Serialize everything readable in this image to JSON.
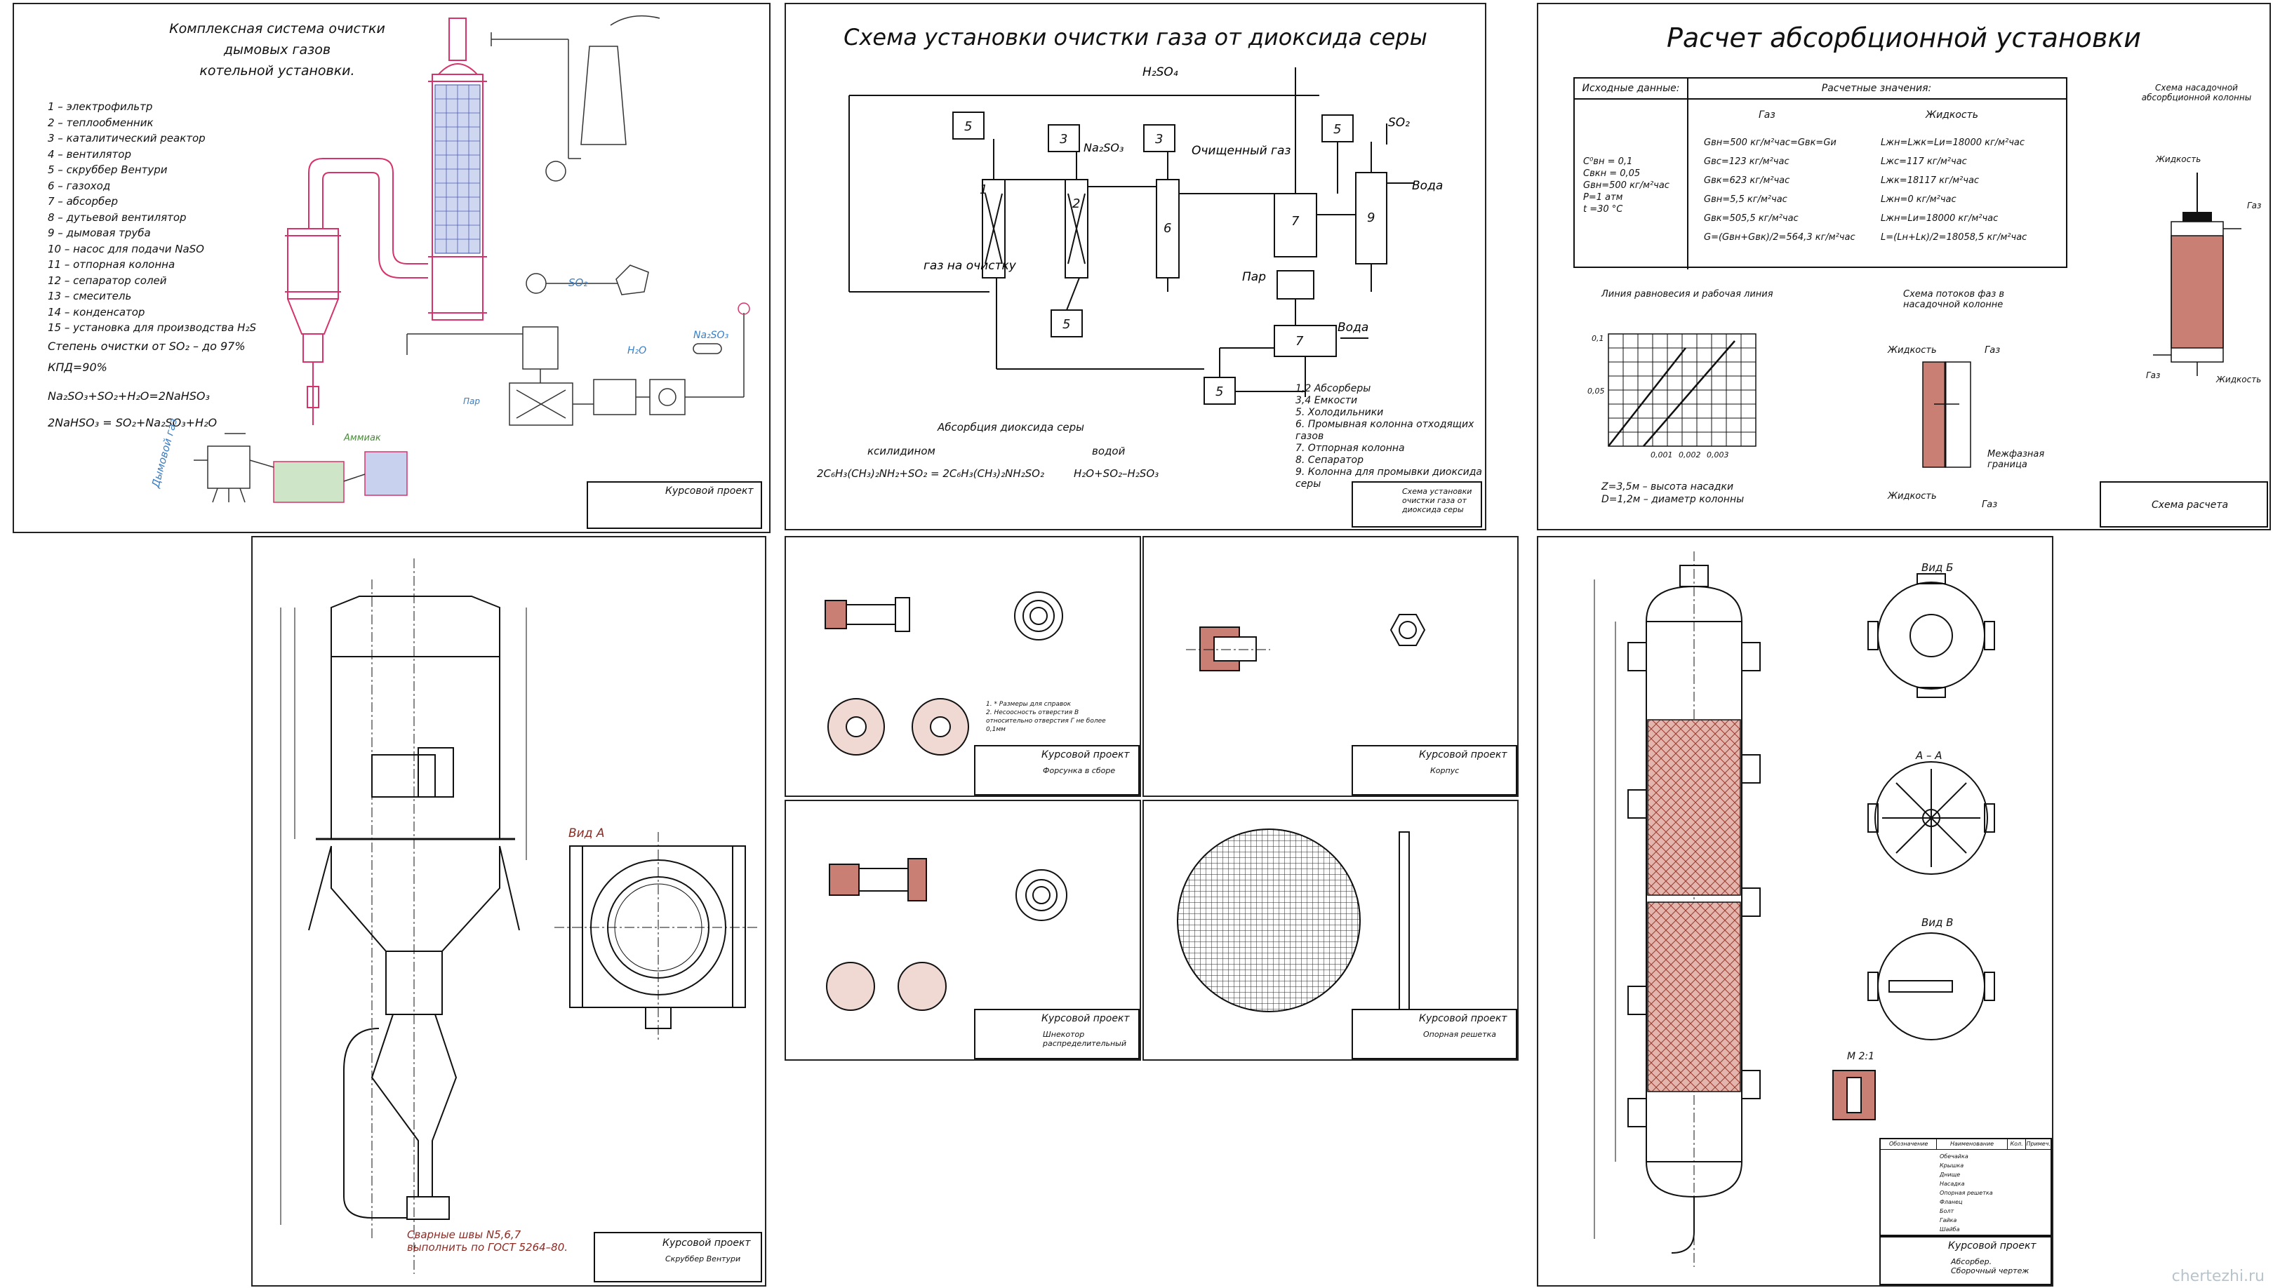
{
  "sheet1": {
    "title_lines": [
      "Комплексная система очистки",
      "дымовых газов",
      "котельной установки."
    ],
    "legend": [
      "1  –  электрофильтр",
      "2  –  теплообменник",
      "3  –  каталитический реактор",
      "4  –  вентилятор",
      "5  –  скруббер Вентури",
      "6  –  газоход",
      "7  –  абсорбер",
      "8  –  дутьевой вентилятор",
      "9  –  дымовая труба",
      "10  –  насос для подачи NaSO",
      "11  –  отпорная колонна",
      "12  –  сепаратор солей",
      "13  –  смеситель",
      "14  –  конденсатор",
      "15  –  установка для производства H₂S"
    ],
    "efficiency": "Степень очистки от SO₂ – до 97%",
    "kpd": "КПД=90%",
    "reaction1": "Na₂SO₃+SO₂+H₂O=2NaHSO₃",
    "reaction2": "2NaHSO₃ = SO₂+Na₂SO₃+H₂O",
    "labels": {
      "smoke_gas": "Дымовой газ",
      "nh3": "Аммиак",
      "so2": "SO₂",
      "h2o": "H₂O",
      "steam": "Пар",
      "naso3": "Na₂SO₃"
    },
    "stamp_title": "Курсовой проект"
  },
  "sheet2": {
    "title": "Схема установки очистки газа от диоксида серы",
    "labels": {
      "h2so4": "H₂SO₄",
      "na2so3": "Na₂SO₃",
      "clean_gas": "Очищенный газ",
      "so2": "SO₂",
      "water_top": "Вода",
      "water_bottom": "Вода",
      "steam": "Пар",
      "gas_in": "газ на очистку"
    },
    "notes": [
      "1,2  Абсорберы",
      "3,4  Емкости",
      "5.    Холодильники",
      "6.    Промывная колонна отходящих газов",
      "7.    Отпорная колонна",
      "8.    Сепаратор",
      "9.    Колонна для промывки диоксида серы"
    ],
    "absorption_title": "Абсорбция диоксида серы",
    "xylidine": "ксилидином",
    "water": "водой",
    "eq1": "2C₆H₃(CH₃)₂NH₂+SO₂ = 2C₆H₃(CH₃)₂NH₂SO₂",
    "eq2": "H₂O+SO₂–H₂SO₃",
    "stamp_title": "Схема установки очистки газа от диоксида серы"
  },
  "sheet3": {
    "title": "Расчет  абсорбционной  установки",
    "table": {
      "left_header": "Исходные данные:",
      "right_header": "Расчетные значения:",
      "col_gas": "Газ",
      "col_liquid": "Жидкость",
      "initial": [
        "C⁰вн = 0,1",
        "Cвкн = 0,05",
        "Gвн=500 кг/м²час",
        "P=1 атм",
        "t =30 °C"
      ],
      "gas": [
        "Gвн=500 кг/м²час=Gвк=Gи",
        "Gвс=123 кг/м²час",
        "Gвк=623 кг/м²час",
        "Gвн=5,5 кг/м²час",
        "Gвк=505,5 кг/м²час",
        "G=(Gвн+Gвк)/2=564,3 кг/м²час"
      ],
      "liquid": [
        "Lжн=Lжк=Lи=18000 кг/м²час",
        "Lжс=117 кг/м²час",
        "Lжк=18117 кг/м²час",
        "Lжн=0 кг/м²час",
        "Lжн=Lи=18000 кг/м²час",
        "L=(Lн+Lк)/2=18058,5 кг/м²час"
      ]
    },
    "eq_title": "Линия равновесия и рабочая линия",
    "flow_title": "Схема потоков фаз в насадочной колонне",
    "column_title": "Схема насадочной абсорбционной колонны",
    "z": "Z=3,5м – высота насадки",
    "d": "D=1,2м – диаметр колонны",
    "liquid_label": "Жидкость",
    "gas_label": "Газ",
    "interface": "Межфазная граница",
    "stamp_title": "Схема расчета"
  },
  "sheet4": {
    "view_a": "Вид А",
    "note": "Сварные швы N5,6,7 выполнить по ГОСТ 5264–80.",
    "stamp_title": "Курсовой проект",
    "stamp_sub": "Скруббер Вентури"
  },
  "sheet5": {
    "stamp_title": "Курсовой проект",
    "stamp_sub": "Форсунка в сборе",
    "notes": [
      "1. * Размеры для справок",
      "2. Несоосность отверстия В относительно отверстия Г не более 0,1мм"
    ]
  },
  "sheet6": {
    "stamp_title": "Курсовой проект",
    "stamp_sub": "Корпус"
  },
  "sheet7": {
    "stamp_title": "Курсовой проект",
    "stamp_sub": "Шнекотор распределительный"
  },
  "sheet8": {
    "stamp_title": "Курсовой проект",
    "stamp_sub": "Опорная решетка"
  },
  "sheet9": {
    "view_b": "Вид Б",
    "view_aa": "А – А",
    "view_v": "Вид В",
    "m21": "М 2:1",
    "spec_headers": [
      "Обозначение",
      "Наименование",
      "Кол.",
      "Примеч."
    ],
    "spec_rows": [
      "Обечайка",
      "Крышка",
      "Днище",
      "Насадка",
      "Опорная решетка",
      "Фланец",
      "Болт",
      "Гайка",
      "Шайба"
    ],
    "stamp_title": "Курсовой проект",
    "stamp_sub": "Абсорбер. Сборочный чертеж"
  },
  "watermark": "chertezhi.ru"
}
